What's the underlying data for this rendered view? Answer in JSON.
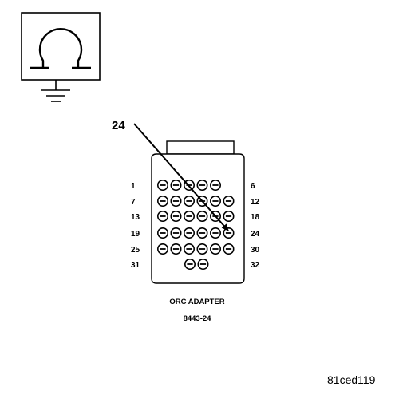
{
  "meter_symbol": {
    "icon": "ohm-icon",
    "ground_icon": "ground-icon"
  },
  "connector": {
    "callout": "24",
    "row_labels_left": [
      "1",
      "7",
      "13",
      "19",
      "25",
      "31"
    ],
    "row_labels_right": [
      "6",
      "12",
      "18",
      "24",
      "30",
      "32"
    ],
    "row_pin_counts": [
      5,
      6,
      6,
      6,
      6,
      2
    ],
    "highlighted_pin": "24"
  },
  "caption": {
    "line1": "ORC ADAPTER",
    "line2": "8443-24"
  },
  "figure_id": "81ced119"
}
